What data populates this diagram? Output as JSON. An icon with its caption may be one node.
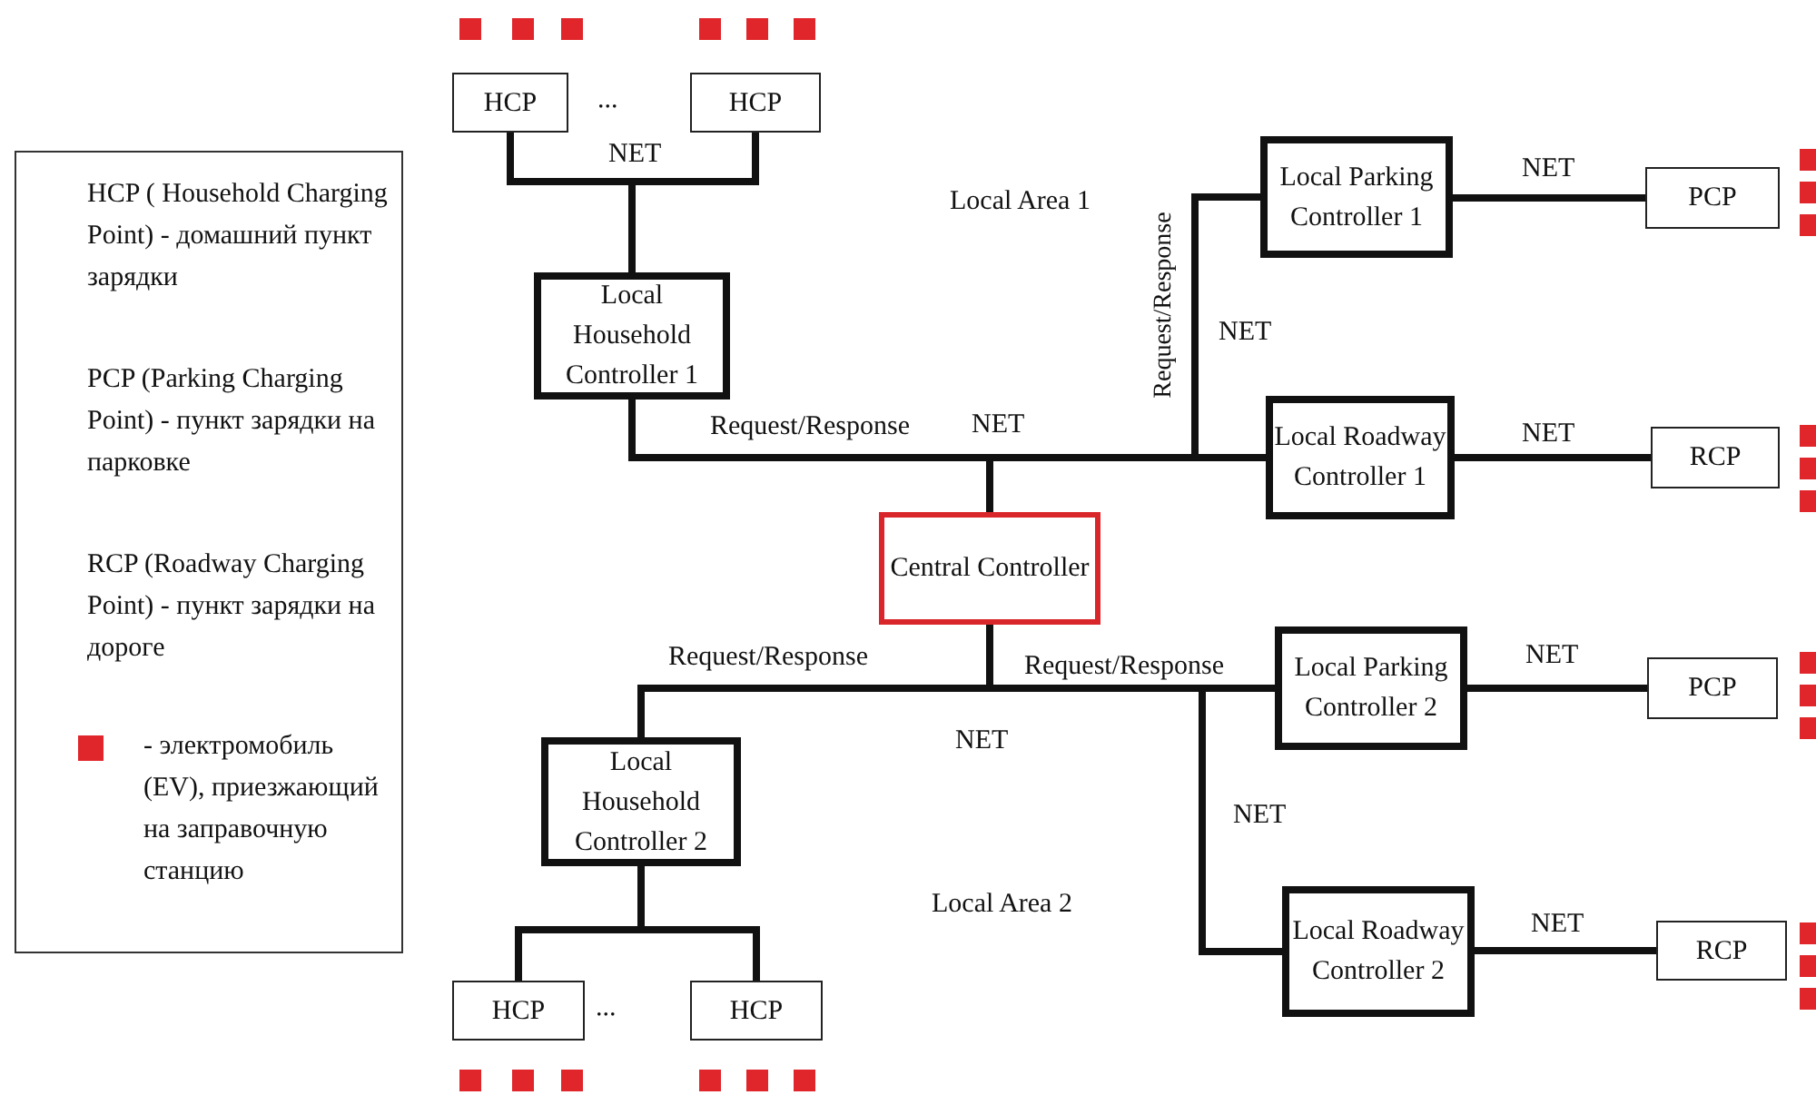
{
  "diagram": {
    "nodes": [
      {
        "text": [
          "HCP"
        ]
      },
      {
        "text": [
          "HCP"
        ]
      },
      {
        "text": [
          "Local Household Controller 1"
        ]
      },
      {
        "text": [
          "Local Parking Controller 1"
        ]
      },
      {
        "text": [
          "PCP"
        ]
      },
      {
        "text": [
          "Local Roadway Controller 1"
        ]
      },
      {
        "text": [
          "RCP"
        ]
      },
      {
        "text": [
          "Central Controller"
        ]
      },
      {
        "text": [
          "Local Parking Controller 2"
        ]
      },
      {
        "text": [
          "PCP"
        ]
      },
      {
        "text": [
          "Local Household Controller 2"
        ]
      },
      {
        "text": [
          "Local Roadway Controller 2"
        ]
      },
      {
        "text": [
          "RCP"
        ]
      },
      {
        "text": [
          "HCP"
        ]
      },
      {
        "text": [
          "HCP"
        ]
      }
    ],
    "edges": [
      {
        "from": 0,
        "to": 2,
        "arrow": "none",
        "label": "NET"
      },
      {
        "from": 1,
        "to": 2,
        "arrow": "none"
      },
      {
        "from": 2,
        "to": 7,
        "arrow": "none",
        "label": "Request/Response"
      },
      {
        "from": 7,
        "to": 3,
        "arrow": "none",
        "label": "Request/Response"
      },
      {
        "from": 7,
        "to": 5,
        "arrow": "none"
      },
      {
        "from": 3,
        "to": 4,
        "arrow": "none",
        "label": "NET"
      },
      {
        "from": 5,
        "to": 6,
        "arrow": "none",
        "label": "NET"
      },
      {
        "from": 7,
        "to": 10,
        "arrow": "none",
        "label": "Request/Response"
      },
      {
        "from": 7,
        "to": 8,
        "arrow": "none",
        "label": "Request/Response"
      },
      {
        "from": 7,
        "to": 11,
        "arrow": "none"
      },
      {
        "from": 8,
        "to": 9,
        "arrow": "none",
        "label": "NET"
      },
      {
        "from": 11,
        "to": 12,
        "arrow": "none",
        "label": "NET"
      },
      {
        "from": 10,
        "to": 13,
        "arrow": "none"
      },
      {
        "from": 10,
        "to": 14,
        "arrow": "none"
      }
    ],
    "labels": [
      "...",
      "Local Area 1",
      "NET",
      "NET",
      "NET",
      "NET",
      "Local Area 2",
      "..."
    ],
    "legend": [
      {
        "text": "HCP ( Household Charging Point) - домашний пункт зарядки"
      },
      {
        "text": "PCP (Parking Charging Point) - пункт зарядки на парковке"
      },
      {
        "text": "RCP (Roadway Charging Point) - пункт зарядки на дороге"
      },
      {
        "text": "- электромобиль (EV), приезжающий на заправочную станцию",
        "color": "#e0262b"
      }
    ]
  }
}
